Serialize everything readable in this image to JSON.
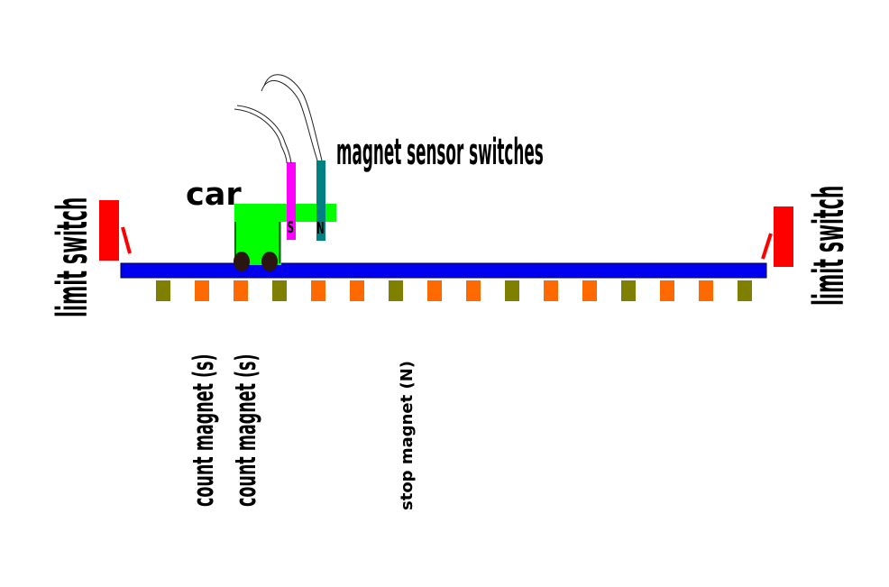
{
  "labels": {
    "limit_left": "limit switch",
    "limit_right": "limit switch",
    "car": "car",
    "sensors": "magnet sensor switches",
    "sensor_s": "S",
    "sensor_n": "N",
    "count_magnet_1": "count magnet (s)",
    "count_magnet_2": "count magnet (s)",
    "stop_magnet": "stop magnet (N)"
  },
  "colors": {
    "rail": "#0000ee",
    "limit_switch": "#ff0000",
    "car_body": "#00ff00",
    "wheel": "#2b1510",
    "sensor_s": "#ff00ff",
    "sensor_n": "#008080",
    "count_magnet": "#ff6a00",
    "stop_magnet": "#808000"
  },
  "magnets": [
    "stop",
    "count",
    "count",
    "stop",
    "count",
    "count",
    "stop",
    "count",
    "count",
    "stop",
    "count",
    "count",
    "stop",
    "count",
    "count",
    "stop"
  ]
}
